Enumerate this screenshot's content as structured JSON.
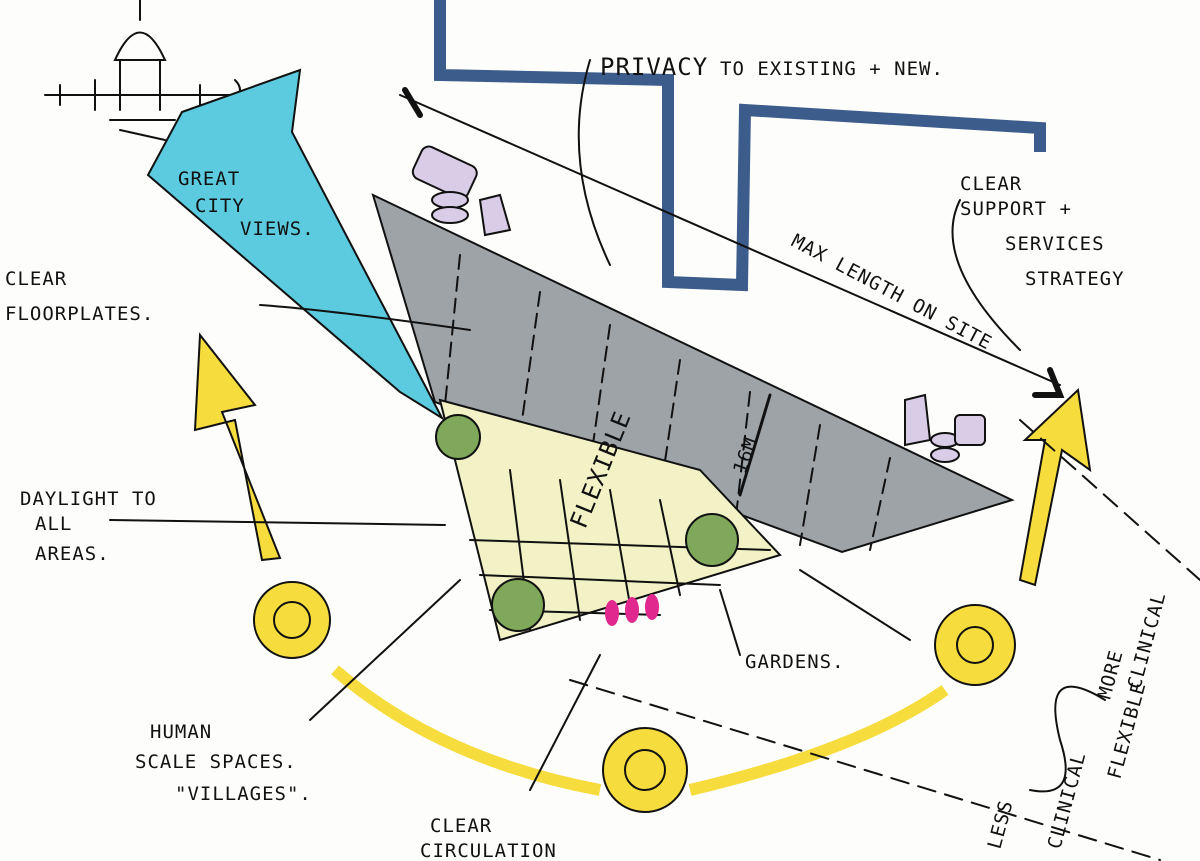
{
  "colors": {
    "building": "#3c5d8c",
    "massing": "#9ea3a8",
    "views": "#5ccbdf",
    "sun": "#f6dc3c",
    "courtyard": "#f2f2c6",
    "trees": "#7fa85a",
    "circulation": "#e0288e",
    "service": "#d9cce6"
  },
  "labels": {
    "privacy": "PRIVACY",
    "privacy_rest": "TO EXISTING + NEW.",
    "views_1": "GREAT",
    "views_2": "CITY",
    "views_3": "VIEWS.",
    "support_1": "CLEAR",
    "support_2": "SUPPORT +",
    "support_3": "SERVICES",
    "support_4": "STRATEGY",
    "max_length": "MAX LENGTH ON SITE",
    "floorplates_1": "CLEAR",
    "floorplates_2": "FLOORPLATES.",
    "daylight_1": "DAYLIGHT TO",
    "daylight_2": "ALL",
    "daylight_3": "AREAS.",
    "flexible": "FLEXIBLE",
    "width": "16M",
    "gardens": "GARDENS.",
    "human_1": "HUMAN",
    "human_2": "SCALE SPACES.",
    "human_3": "\"VILLAGES\".",
    "circulation_1": "CLEAR",
    "circulation_2": "CIRCULATION",
    "more_clinical_1": "MORE",
    "more_clinical_2": "CLINICAL",
    "flexible_scale": "FLEXIBLE",
    "less_clinical_1": "LESS",
    "less_clinical_2": "CLINICAL"
  }
}
